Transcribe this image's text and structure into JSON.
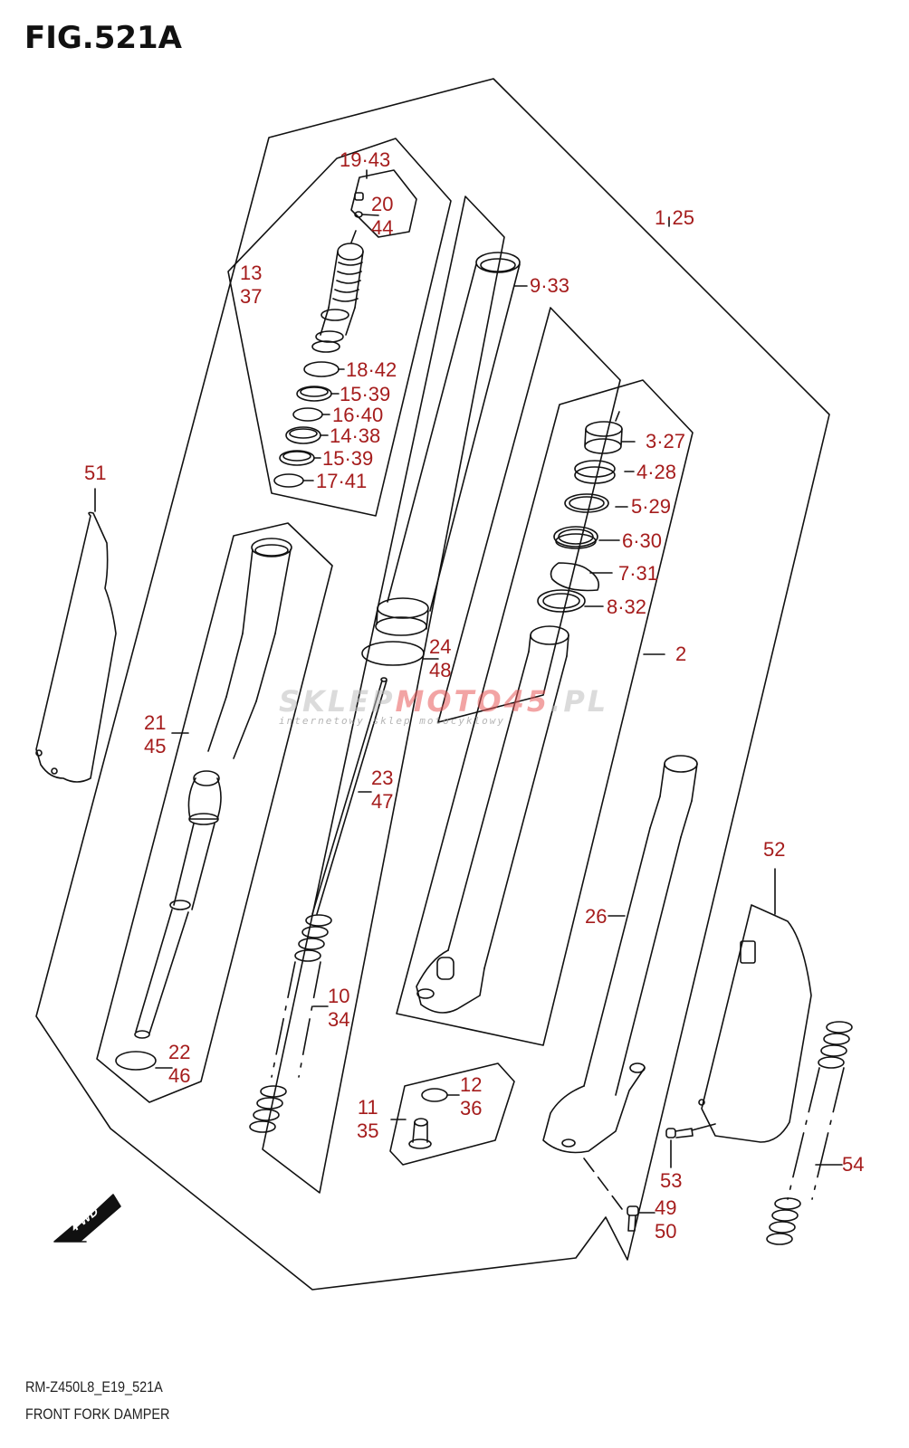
{
  "figure": {
    "title": "FIG.521A",
    "model_code": "RM-Z450L8_E19_521A",
    "caption": "FRONT FORK DAMPER",
    "label_color": "#a51c1c",
    "line_color": "#111111"
  },
  "watermark": {
    "text_gray": "SKLEP",
    "text_red": "MOTO45",
    "text_suffix": ".PL",
    "subtitle": "internetowy sklep motocyklowy"
  },
  "fwd_indicator": {
    "label": "FWD",
    "icon": "arrow-forward-icon"
  },
  "callouts": [
    {
      "id": "c-1-25",
      "text": "1·25"
    },
    {
      "id": "c-2",
      "text": "2"
    },
    {
      "id": "c-3-27",
      "text": "3·27"
    },
    {
      "id": "c-4-28",
      "text": "4·28"
    },
    {
      "id": "c-5-29",
      "text": "5·29"
    },
    {
      "id": "c-6-30",
      "text": "6·30"
    },
    {
      "id": "c-7-31",
      "text": "7·31"
    },
    {
      "id": "c-8-32",
      "text": "8·32"
    },
    {
      "id": "c-9-33",
      "text": "9·33"
    },
    {
      "id": "c-10-34",
      "text": "10\n34"
    },
    {
      "id": "c-11-35",
      "text": "11\n35"
    },
    {
      "id": "c-12-36",
      "text": "12\n36"
    },
    {
      "id": "c-13-37",
      "text": "13\n37"
    },
    {
      "id": "c-14-38",
      "text": "14·38"
    },
    {
      "id": "c-15-39a",
      "text": "15·39"
    },
    {
      "id": "c-15-39b",
      "text": "15·39"
    },
    {
      "id": "c-16-40",
      "text": "16·40"
    },
    {
      "id": "c-17-41",
      "text": "17·41"
    },
    {
      "id": "c-18-42",
      "text": "18·42"
    },
    {
      "id": "c-19-43",
      "text": "19·43"
    },
    {
      "id": "c-20-44",
      "text": "20\n44"
    },
    {
      "id": "c-21-45",
      "text": "21\n45"
    },
    {
      "id": "c-22-46",
      "text": "22\n46"
    },
    {
      "id": "c-23-47",
      "text": "23\n47"
    },
    {
      "id": "c-24-48",
      "text": "24\n48"
    },
    {
      "id": "c-26",
      "text": "26"
    },
    {
      "id": "c-49-50",
      "text": "49\n50"
    },
    {
      "id": "c-51",
      "text": "51"
    },
    {
      "id": "c-52",
      "text": "52"
    },
    {
      "id": "c-53",
      "text": "53"
    },
    {
      "id": "c-54",
      "text": "54"
    }
  ]
}
